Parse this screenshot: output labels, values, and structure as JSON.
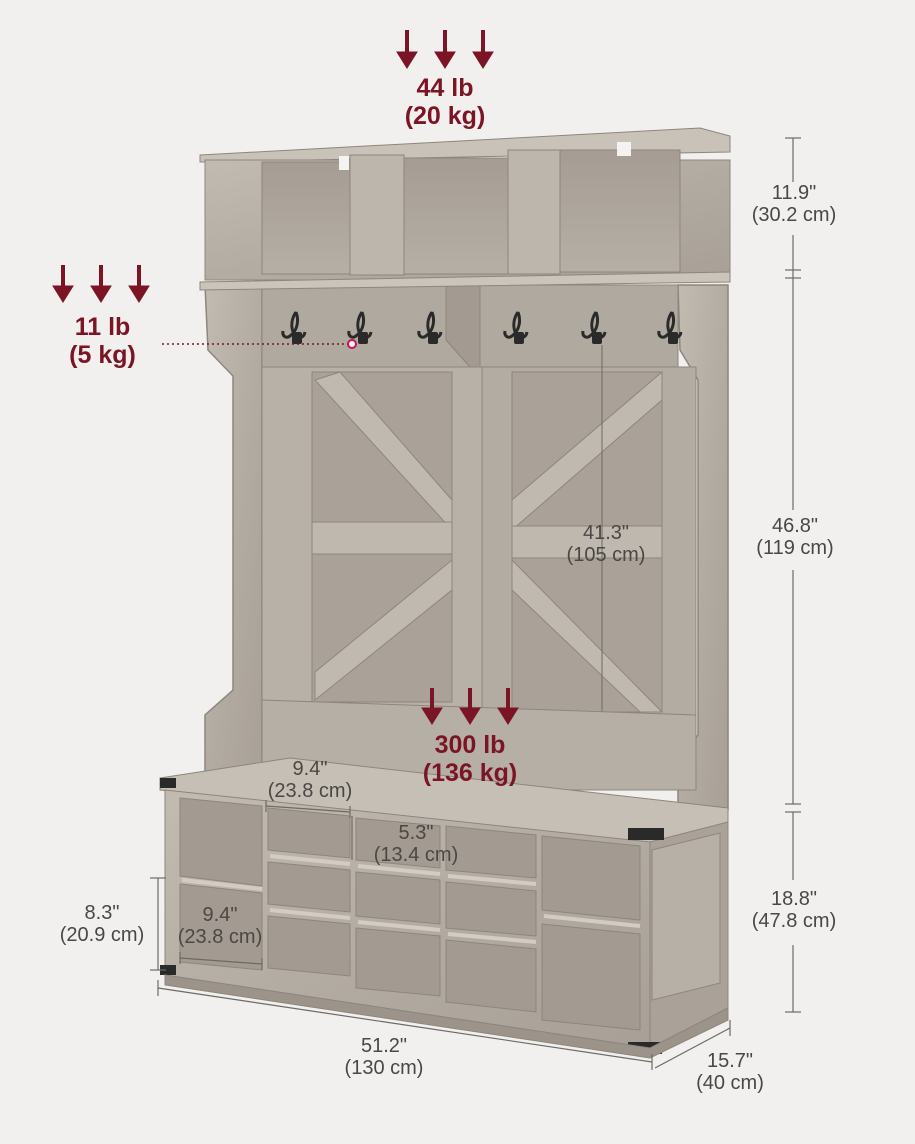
{
  "colors": {
    "background": "#f1f0ee",
    "wood": "#b9b2a8",
    "wood_dark": "#8e867c",
    "weight_accent": "#7b1525",
    "dimension_line": "#6d6965",
    "metal": "#2a2a2a"
  },
  "icons": {
    "weight_arrow": "down-arrow-icon",
    "hook": "coat-hook-icon"
  },
  "load_ratings": {
    "top_shelf": {
      "imperial": "44 lb",
      "metric": "(20 kg)"
    },
    "hook": {
      "imperial": "11 lb",
      "metric": "(5 kg)"
    },
    "bench": {
      "imperial": "300 lb",
      "metric": "(136 kg)"
    }
  },
  "dimensions": {
    "top_cubby_height": {
      "imperial": "11.9\"",
      "metric": "(30.2 cm)"
    },
    "middle_height": {
      "imperial": "46.8\"",
      "metric": "(119 cm)"
    },
    "bench_height": {
      "imperial": "18.8\"",
      "metric": "(47.8 cm)"
    },
    "door_height": {
      "imperial": "41.3\"",
      "metric": "(105 cm)"
    },
    "cube_width_top": {
      "imperial": "9.4\"",
      "metric": "(23.8 cm)"
    },
    "cube_height_mid": {
      "imperial": "5.3\"",
      "metric": "(13.4 cm)"
    },
    "cube_height_left": {
      "imperial": "8.3\"",
      "metric": "(20.9 cm)"
    },
    "cube_width_left": {
      "imperial": "9.4\"",
      "metric": "(23.8 cm)"
    },
    "total_width": {
      "imperial": "51.2\"",
      "metric": "(130 cm)"
    },
    "depth": {
      "imperial": "15.7\"",
      "metric": "(40 cm)"
    }
  }
}
